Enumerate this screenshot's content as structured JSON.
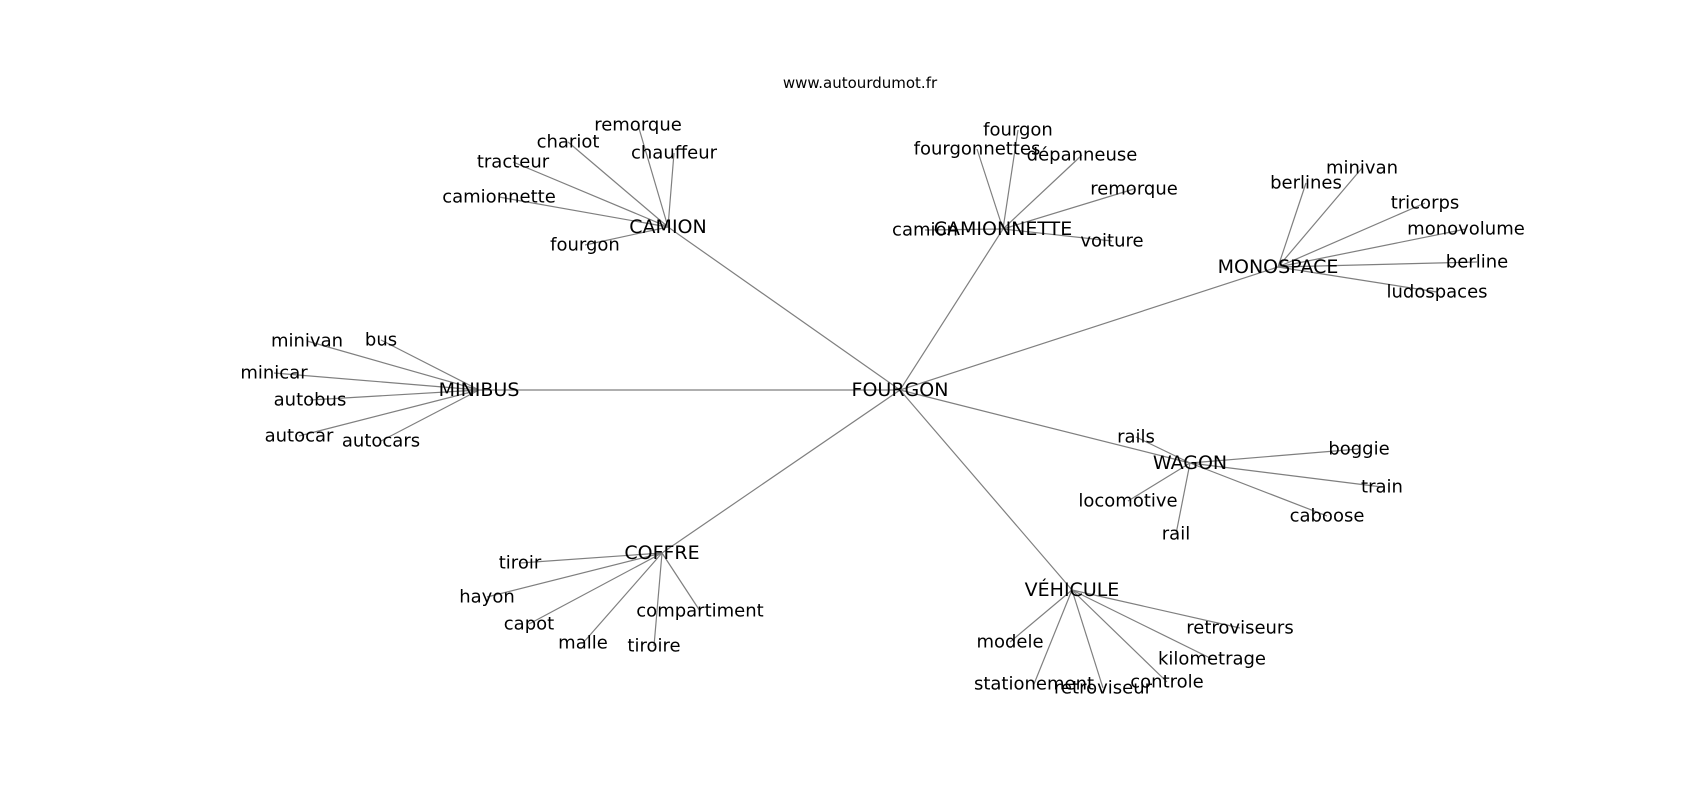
{
  "source": "www.autourdumot.fr",
  "center": "FOURGON",
  "hubs": [
    {
      "id": "camion",
      "label": "CAMION",
      "words": [
        "remorque",
        "chariot",
        "chauffeur",
        "tracteur",
        "camionnette",
        "fourgon"
      ]
    },
    {
      "id": "camionnette",
      "label": "CAMIONNETTE",
      "words": [
        "fourgon",
        "fourgonnettes",
        "dépanneuse",
        "remorque",
        "camion",
        "voiture"
      ]
    },
    {
      "id": "monospace",
      "label": "MONOSPACE",
      "words": [
        "minivan",
        "berlines",
        "tricorps",
        "monovolume",
        "berline",
        "ludospaces"
      ]
    },
    {
      "id": "minibus",
      "label": "MINIBUS",
      "words": [
        "minivan",
        "bus",
        "minicar",
        "autobus",
        "autocar",
        "autocars"
      ]
    },
    {
      "id": "wagon",
      "label": "WAGON",
      "words": [
        "rails",
        "boggie",
        "train",
        "locomotive",
        "caboose",
        "rail"
      ]
    },
    {
      "id": "coffre",
      "label": "COFFRE",
      "words": [
        "tiroir",
        "hayon",
        "compartiment",
        "capot",
        "malle",
        "tiroire"
      ]
    },
    {
      "id": "vehicule",
      "label": "VÉHICULE",
      "words": [
        "retroviseurs",
        "modele",
        "kilometrage",
        "stationement",
        "retroviseur",
        "controle"
      ]
    }
  ]
}
